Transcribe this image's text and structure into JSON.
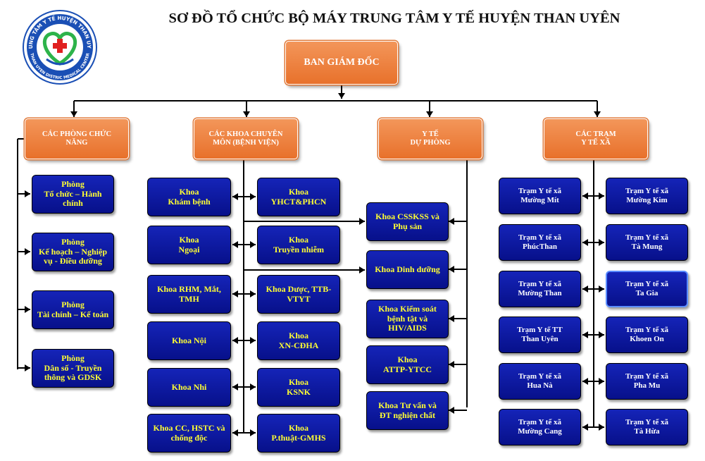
{
  "title": "SƠ ĐỒ TỔ CHỨC BỘ MÁY TRUNG TÂM Y TẾ HUYỆN THAN UYÊN",
  "logo": {
    "top_text": "TRUNG TÂM Y TẾ HUYỆN THAN UYÊN",
    "bottom_text": "THAN UYEN DISTRIC MEDICAL CENTER",
    "colors": {
      "ring": "#1a4fb5",
      "heart": "#2db34a",
      "cross": "#e02020"
    }
  },
  "colors": {
    "orange": "#ee7e3a",
    "blue": "#0b1599",
    "yellow_text": "#ffff33",
    "line": "#000000"
  },
  "root": "BAN GIÁM ĐỐC",
  "branches": [
    {
      "label": "CÁC PHÒNG CHỨC\nNĂNG",
      "items": [
        "Phòng\nTổ chức – Hành\nchính",
        "Phòng\nKế hoạch – Nghiệp\nvụ - Điều dưỡng",
        "Phòng\nTài chính – Kế toán",
        "Phòng\nDân số - Truyền\nthông và GDSK"
      ]
    },
    {
      "label": "CÁC KHOA CHUYÊN\nMÔN (BỆNH VIỆN)",
      "left_items": [
        "Khoa\nKhám bệnh",
        "Khoa\nNgoại",
        "Khoa RHM, Mắt,\nTMH",
        "Khoa Nội",
        "Khoa Nhi",
        "Khoa CC, HSTC và\nchống độc"
      ],
      "right_items": [
        "Khoa\nYHCT&PHCN",
        "Khoa\nTruyền nhiễm",
        "Khoa Dược, TTB-\nVTYT",
        "Khoa\nXN-CĐHA",
        "Khoa\nKSNK",
        "Khoa\nP.thuật-GMHS"
      ]
    },
    {
      "label": "Y TẾ\nDỰ PHÒNG",
      "items": [
        "Khoa CSSKSS và\nPhụ sản",
        "Khoa Dinh dưỡng",
        "Khoa Kiểm soát\nbệnh tật và\nHIV/AIDS",
        "Khoa\nATTP-YTCC",
        "Khoa Tư vấn và\nĐT nghiện chất"
      ]
    },
    {
      "label": "CÁC TRẠM\nY TẾ XÃ",
      "left_items": [
        "Trạm Y tế xã\nMường Mít",
        "Trạm Y tế xã\nPhúcThan",
        "Trạm Y tế xã\nMường Than",
        "Trạm Y tế TT\nThan Uyên",
        "Trạm Y tế xã\nHua Nà",
        "Trạm Y tế xã\nMường Cang"
      ],
      "right_items": [
        "Trạm Y tế xã\nMường Kim",
        "Trạm Y tế xã\nTà Mung",
        "Trạm Y tế xã\nTa Gia",
        "Trạm Y tế xã\nKhoen On",
        "Trạm Y tế xã\nPha Mu",
        "Trạm Y tế xã\nTà Hừa"
      ]
    }
  ]
}
